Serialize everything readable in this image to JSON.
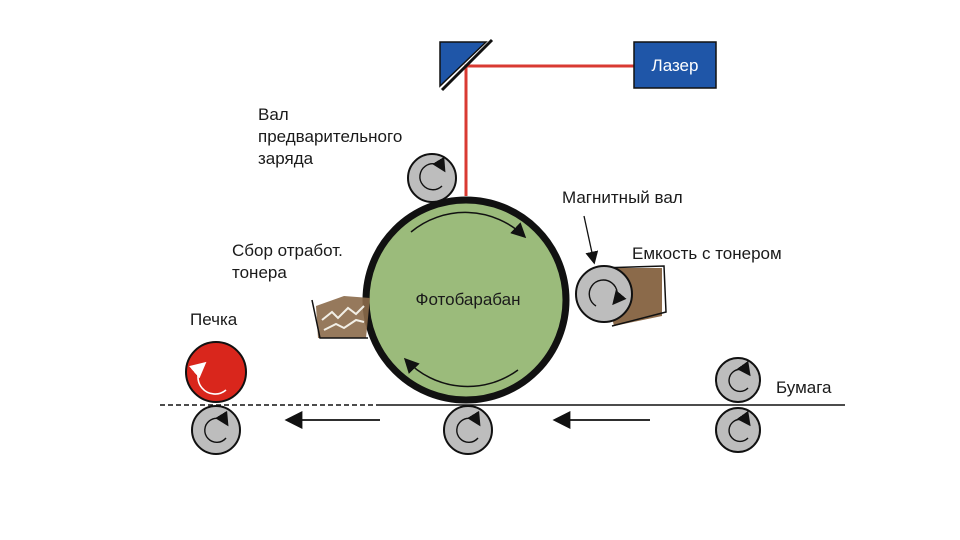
{
  "labels": {
    "laser": "Лазер",
    "precharge_line1": "Вал",
    "precharge_line2": "предварительного",
    "precharge_line3": "заряда",
    "magnetic_roller": "Магнитный вал",
    "toner_container": "Емкость с тонером",
    "waste_line1": "Сбор отработ.",
    "waste_line2": "тонера",
    "drum": "Фотобарабан",
    "fuser": "Печка",
    "paper": "Бумага"
  },
  "colors": {
    "laser_box": "#1f56a8",
    "laser_beam": "#d93a32",
    "mirror": "#1f56a8",
    "drum_fill": "#9bbb7b",
    "roller_fill": "#bdbdbd",
    "fuser_fill": "#d9261c",
    "toner": "#8b6a4a"
  }
}
